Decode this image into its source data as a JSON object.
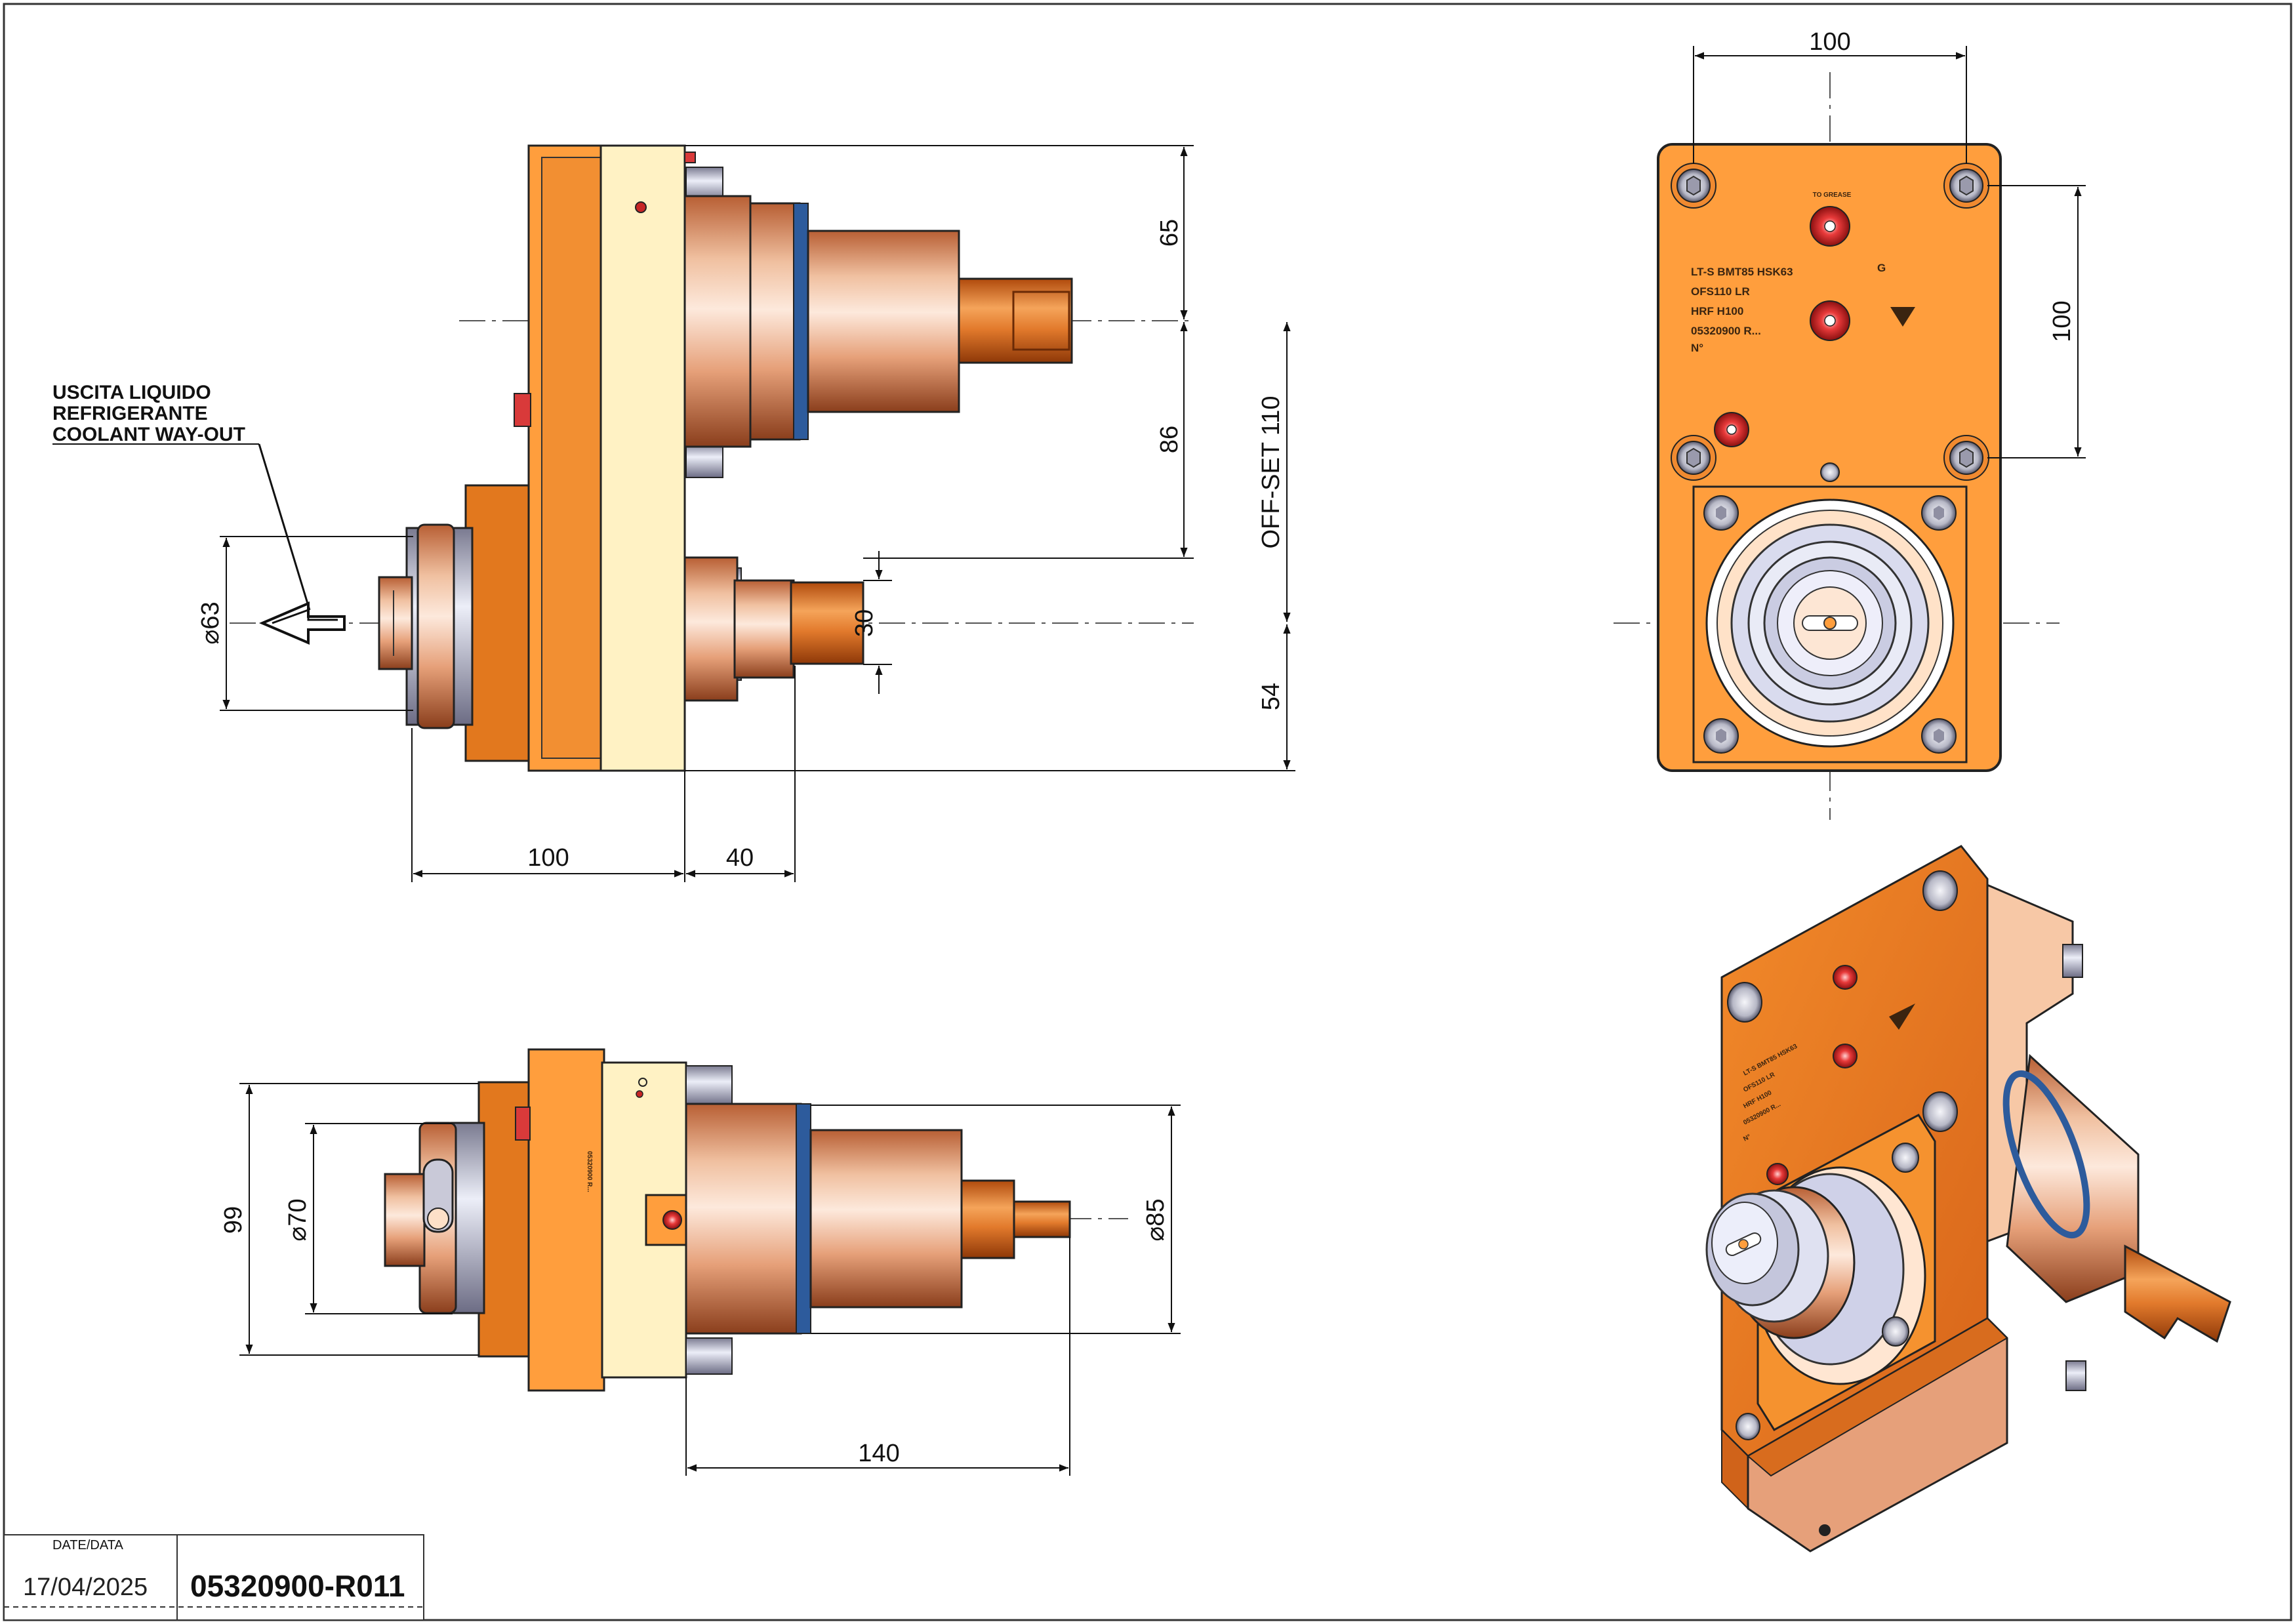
{
  "drawing": {
    "coolant_note": [
      "USCITA LIQUIDO",
      "REFRIGERANTE",
      "COOLANT WAY-OUT"
    ],
    "front_view_dims": {
      "d63": "63",
      "d63_symbol": "⌀",
      "d65": "65",
      "d86": "86",
      "d30": "30",
      "d54": "54",
      "offset": "OFF-SET 110",
      "w100": "100",
      "w40": "40"
    },
    "side_view_dims": {
      "d99": "99",
      "d70": "70",
      "d85": "85",
      "d_symbol": "⌀",
      "l140": "140"
    },
    "top_view_dims": {
      "w100": "100",
      "h100": "100"
    },
    "plate_text": {
      "to_grease": "TO GREASE",
      "line1": "LT-S BMT85 HSK63",
      "line2": "OFS110 LR",
      "line3": "HRF H100",
      "line4": "05320900 R...",
      "line5": "N°",
      "logo": "G"
    },
    "title_block": {
      "date_label": "DATE/DATA",
      "date": "17/04/2025",
      "code": "05320900-R011"
    }
  },
  "colors": {
    "orange": "#ff9e3d",
    "dark_orange": "#e2781e",
    "cream": "#fff2c4",
    "copper": "#e7a07a",
    "blue_ring": "#2d5b9c"
  }
}
